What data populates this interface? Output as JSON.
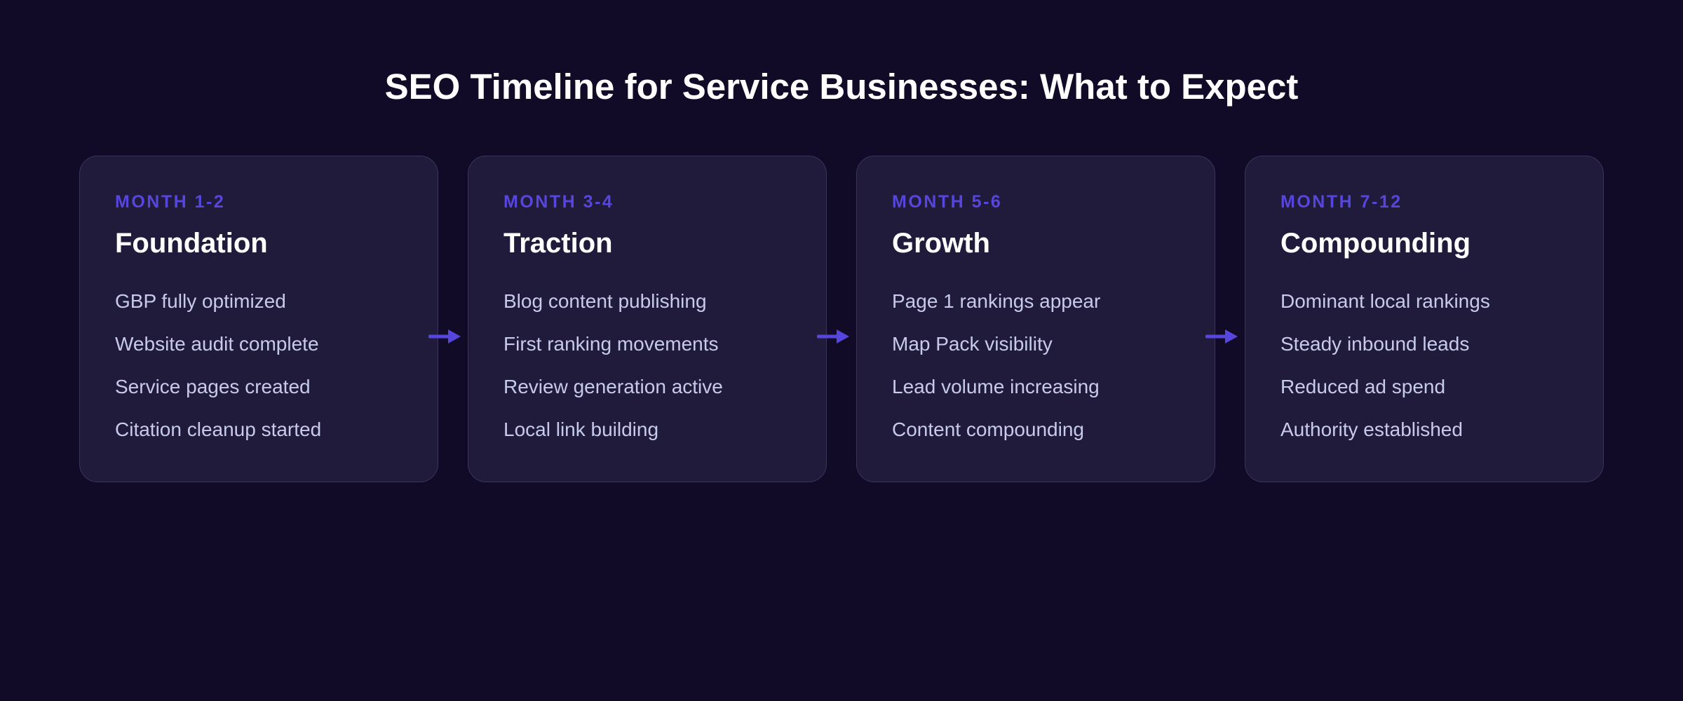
{
  "title": "SEO Timeline for Service Businesses: What to Expect",
  "colors": {
    "page_bg": "#110B28",
    "card_bg": "#201B3A",
    "card_border": "#3A3558",
    "accent": "#5646DD",
    "heading": "#FFFFFF",
    "item_text": "#C7CAEC"
  },
  "icons": {
    "connector": "arrow-right-icon"
  },
  "cards": [
    {
      "period": "MONTH 1-2",
      "phase": "Foundation",
      "items": [
        "GBP fully optimized",
        "Website audit complete",
        "Service pages created",
        "Citation cleanup started"
      ]
    },
    {
      "period": "MONTH 3-4",
      "phase": "Traction",
      "items": [
        "Blog content publishing",
        "First ranking movements",
        "Review generation active",
        "Local link building"
      ]
    },
    {
      "period": "MONTH 5-6",
      "phase": "Growth",
      "items": [
        "Page 1 rankings appear",
        "Map Pack visibility",
        "Lead volume increasing",
        "Content compounding"
      ]
    },
    {
      "period": "MONTH 7-12",
      "phase": "Compounding",
      "items": [
        "Dominant local rankings",
        "Steady inbound leads",
        "Reduced ad spend",
        "Authority established"
      ]
    }
  ]
}
